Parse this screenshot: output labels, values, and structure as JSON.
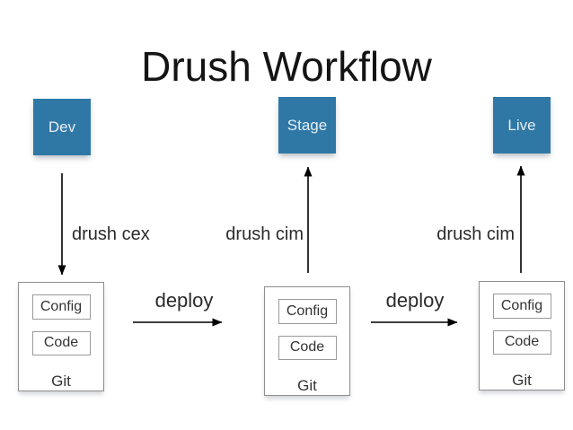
{
  "slide": {
    "title": "Drush Workflow"
  },
  "environments": [
    {
      "label": "Dev"
    },
    {
      "label": "Stage"
    },
    {
      "label": "Live"
    }
  ],
  "commands": {
    "dev_export": "drush cex",
    "stage_import": "drush cim",
    "live_import": "drush cim"
  },
  "deploy": {
    "first": "deploy",
    "second": "deploy"
  },
  "repos": [
    {
      "config": "Config",
      "code": "Code",
      "name": "Git"
    },
    {
      "config": "Config",
      "code": "Code",
      "name": "Git"
    },
    {
      "config": "Config",
      "code": "Code",
      "name": "Git"
    }
  ],
  "colors": {
    "env_box_blue": "#2f78a6",
    "env_text": "#e7eef5",
    "repo_border": "#8f8f8f",
    "arrow": "#000000",
    "label_text": "#2b2b2b"
  }
}
